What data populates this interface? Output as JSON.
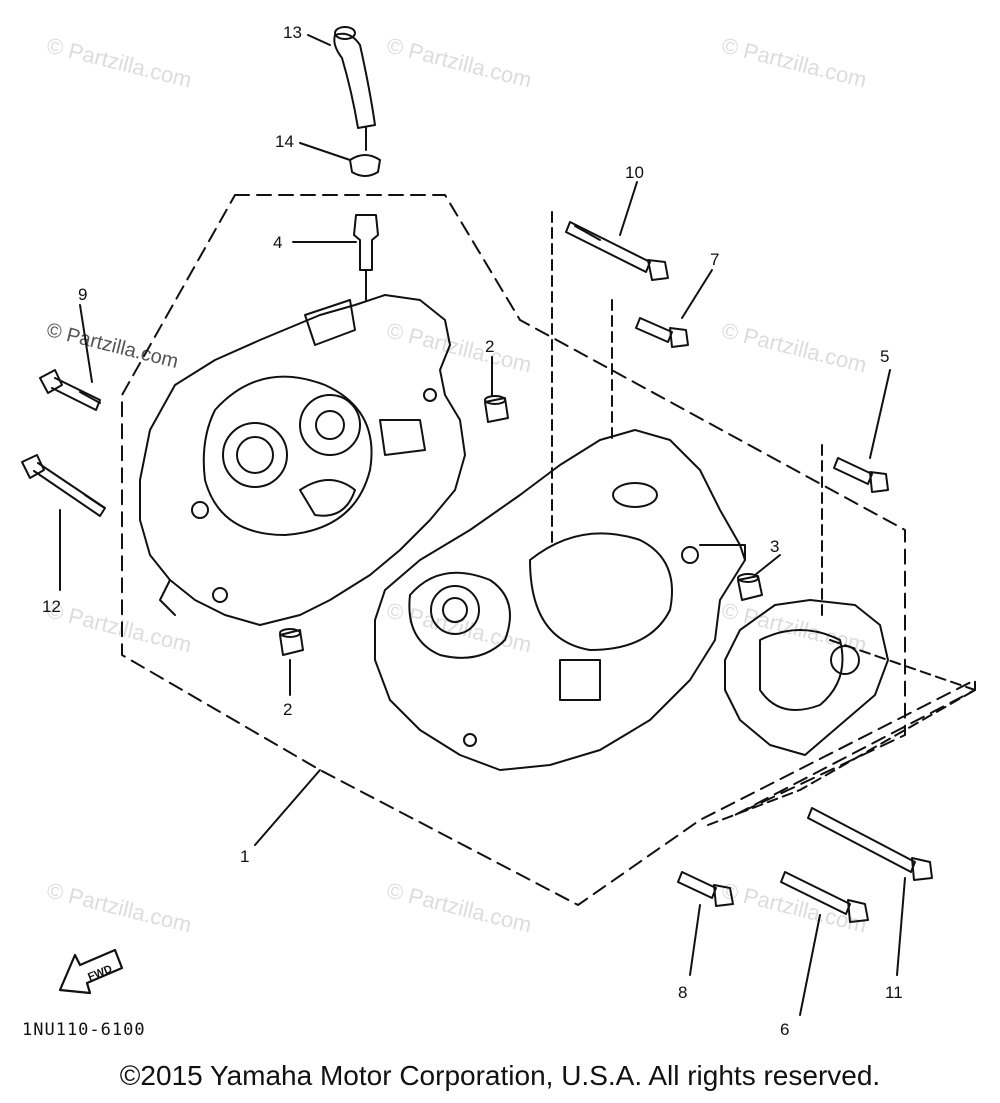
{
  "watermark": "© Partzilla.com",
  "callouts": [
    "13",
    "14",
    "4",
    "10",
    "7",
    "9",
    "2",
    "5",
    "2",
    "12",
    "3",
    "1",
    "8",
    "6",
    "11"
  ],
  "diagram_code": "1NU110-6100",
  "fwd_label": "FWD",
  "copyright": "©2015 Yamaha Motor Corporation, U.S.A. All rights reserved."
}
